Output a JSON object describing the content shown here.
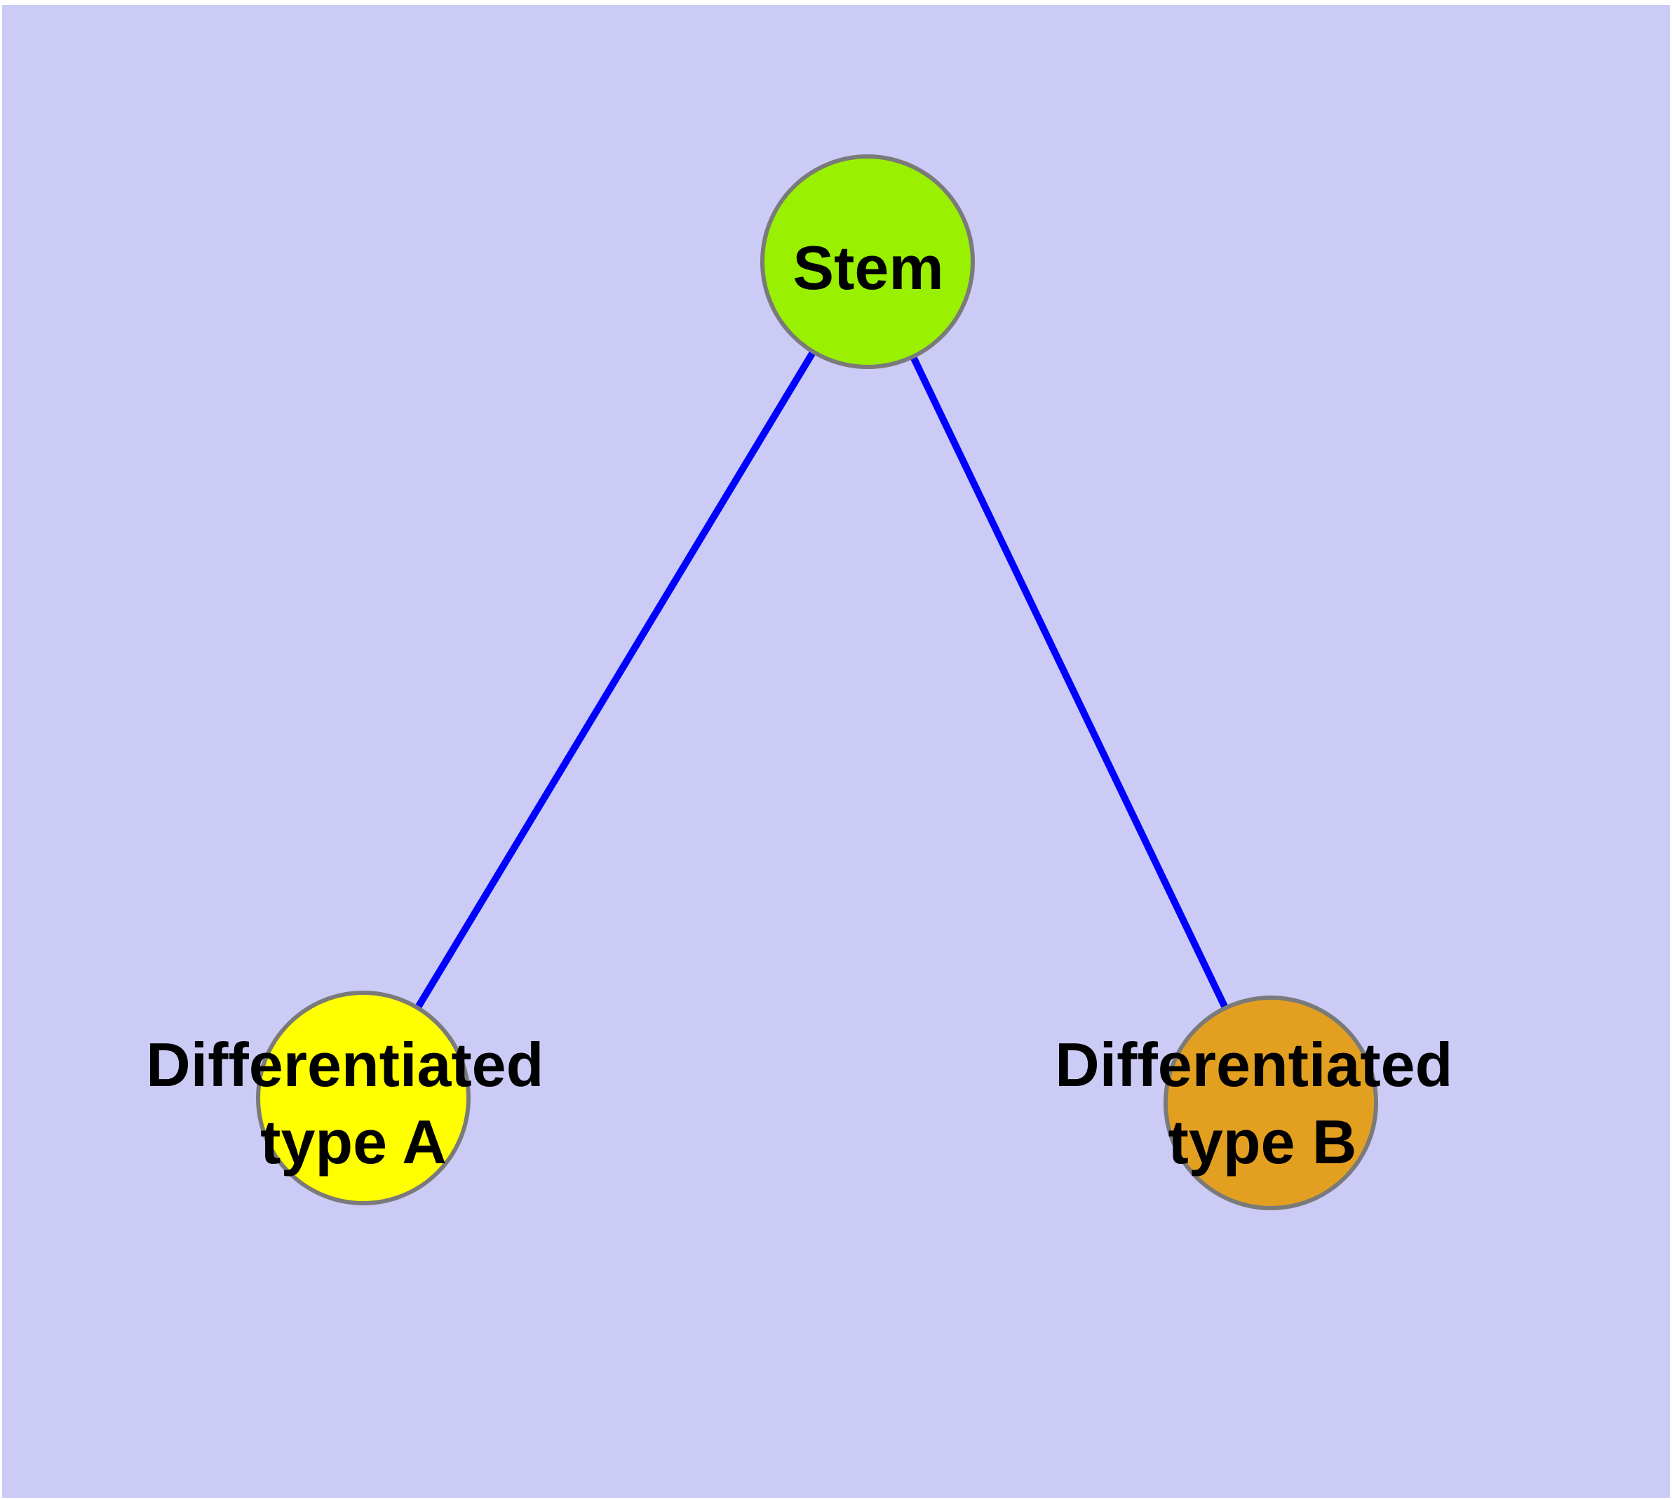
{
  "diagram": {
    "kind": "graph",
    "background_color": "#cbcbf6",
    "frame_color": "#ffffff",
    "edge_color": "#0000ff",
    "node_border_color": "#7a7a7a",
    "label_color": "#000000",
    "nodes": {
      "stem": {
        "label": "Stem",
        "fill": "#99f000"
      },
      "type_a": {
        "line1": "Differentiated",
        "line2": "type A",
        "fill": "#ffff00"
      },
      "type_b": {
        "line1": "Differentiated",
        "line2": "type B",
        "fill": "#e3a020"
      }
    },
    "edges": [
      {
        "from": "Stem",
        "to": "Differentiated type A"
      },
      {
        "from": "Stem",
        "to": "Differentiated type B"
      }
    ]
  }
}
